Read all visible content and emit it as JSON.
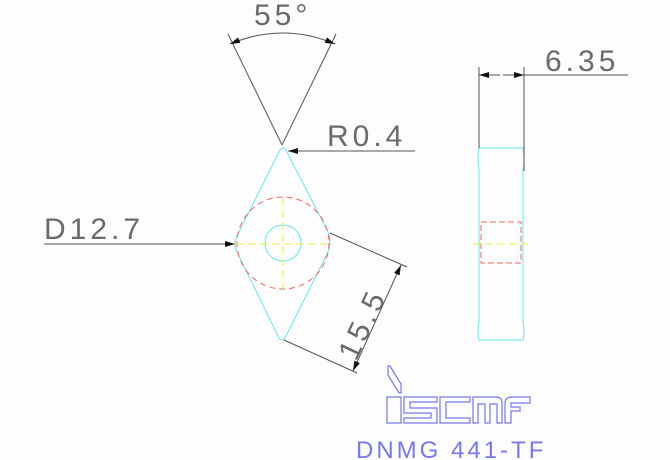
{
  "drawing": {
    "angle_label": "55°",
    "radius_label": "R0.4",
    "inscribed_circle_label": "D12.7",
    "edge_length_label": "15.5",
    "thickness_label": "6.35",
    "brand_logo": "iscar",
    "part_number": "DNMG 441-TF"
  },
  "colors": {
    "outline": "#66e6ee",
    "hidden_lines": "#ee6666",
    "center_lines": "#eeee44",
    "dimension_lines": "#555555",
    "logo": "#7777ee"
  }
}
